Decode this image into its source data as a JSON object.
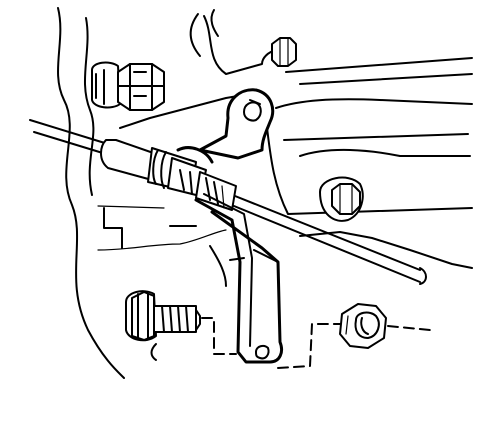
{
  "figure": {
    "kind": "exploded-assembly-line-art",
    "callout_text": [],
    "parts": [
      "transmission-case-outline",
      "upper-stud-bolts",
      "shift-cable",
      "cable-end-fitting",
      "cable-mounting-bracket",
      "bracket-retaining-bolt",
      "bracket-nut",
      "case-bolt-right",
      "case-bolt-top"
    ],
    "colors": {
      "ink": "#000000",
      "paper": "#ffffff"
    }
  }
}
